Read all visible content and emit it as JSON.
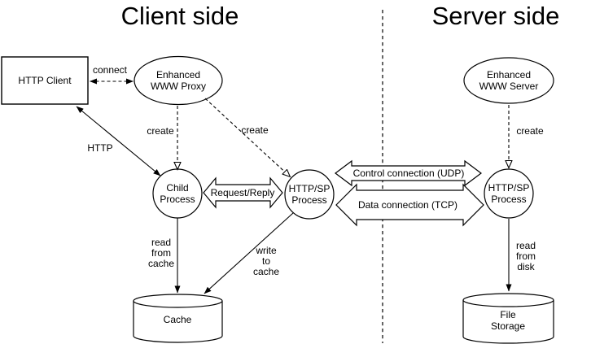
{
  "diagram": {
    "client_title": "Client side",
    "server_title": "Server side",
    "nodes": {
      "http_client": "HTTP Client",
      "www_proxy": "Enhanced\nWWW Proxy",
      "www_server": "Enhanced\nWWW Server",
      "child_process": "Child\nProcess",
      "httpsp_client": "HTTP/SP\nProcess",
      "httpsp_server": "HTTP/SP\nProcess",
      "cache": "Cache",
      "file_storage": "File\nStorage"
    },
    "edges": {
      "connect": "connect",
      "http": "HTTP",
      "create_child": "create",
      "create_httpsp": "create",
      "create_server": "create",
      "request_reply": "Request/Reply",
      "control_connection": "Control connection (UDP)",
      "data_connection": "Data connection (TCP)",
      "read_from_cache": "read\nfrom\ncache",
      "write_to_cache": "write\nto\ncache",
      "read_from_disk": "read\nfrom\ndisk"
    },
    "colors": {
      "background": "#ffffff",
      "line": "#000000",
      "text": "#000000"
    }
  }
}
